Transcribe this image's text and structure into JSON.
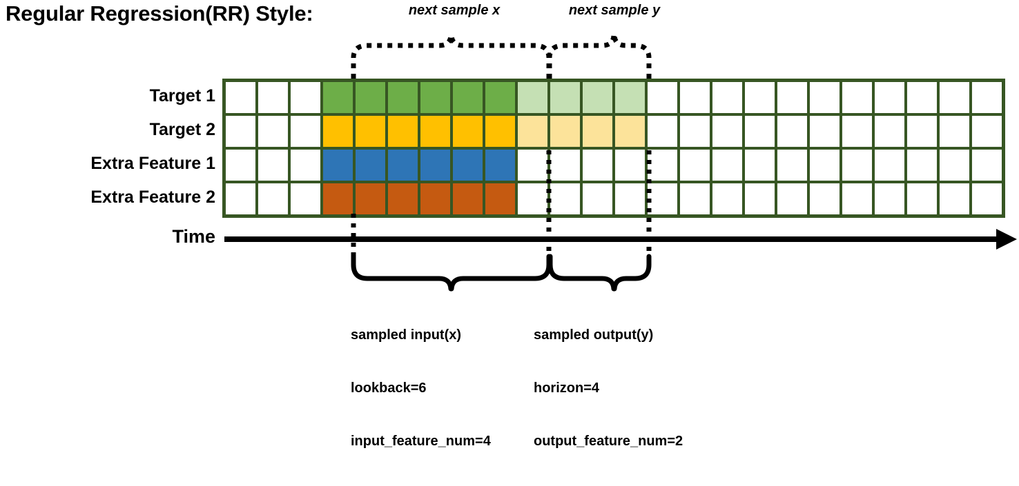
{
  "title": "Regular Regression(RR) Style:",
  "top_braces": [
    {
      "key": "next_sample_x",
      "label": "next sample x"
    },
    {
      "key": "next_sample_y",
      "label": "next sample y"
    }
  ],
  "row_labels": [
    {
      "key": "target-1",
      "label": "Target 1"
    },
    {
      "key": "target-2",
      "label": "Target 2"
    },
    {
      "key": "extra-feature-1",
      "label": "Extra Feature 1"
    },
    {
      "key": "extra-feature-2",
      "label": "Extra Feature 2"
    }
  ],
  "time_axis": {
    "label": "Time"
  },
  "grid": {
    "columns": 24,
    "rows": 4,
    "lead_blank_columns": 3,
    "input_columns": 6,
    "output_columns": 4,
    "trailing_blank_columns": 11,
    "border_color": "#375623",
    "row_fills": [
      [
        "#ffffff",
        "#ffffff",
        "#ffffff",
        "#6DAE48",
        "#6DAE48",
        "#6DAE48",
        "#6DAE48",
        "#6DAE48",
        "#6DAE48",
        "#C5E0B4",
        "#C5E0B4",
        "#C5E0B4",
        "#C5E0B4",
        "#ffffff",
        "#ffffff",
        "#ffffff",
        "#ffffff",
        "#ffffff",
        "#ffffff",
        "#ffffff",
        "#ffffff",
        "#ffffff",
        "#ffffff",
        "#ffffff"
      ],
      [
        "#ffffff",
        "#ffffff",
        "#ffffff",
        "#FFC000",
        "#FFC000",
        "#FFC000",
        "#FFC000",
        "#FFC000",
        "#FFC000",
        "#FCE39A",
        "#FCE39A",
        "#FCE39A",
        "#FCE39A",
        "#ffffff",
        "#ffffff",
        "#ffffff",
        "#ffffff",
        "#ffffff",
        "#ffffff",
        "#ffffff",
        "#ffffff",
        "#ffffff",
        "#ffffff",
        "#ffffff"
      ],
      [
        "#ffffff",
        "#ffffff",
        "#ffffff",
        "#2E75B6",
        "#2E75B6",
        "#2E75B6",
        "#2E75B6",
        "#2E75B6",
        "#2E75B6",
        "#ffffff",
        "#ffffff",
        "#ffffff",
        "#ffffff",
        "#ffffff",
        "#ffffff",
        "#ffffff",
        "#ffffff",
        "#ffffff",
        "#ffffff",
        "#ffffff",
        "#ffffff",
        "#ffffff",
        "#ffffff",
        "#ffffff"
      ],
      [
        "#ffffff",
        "#ffffff",
        "#ffffff",
        "#C55A11",
        "#C55A11",
        "#C55A11",
        "#C55A11",
        "#C55A11",
        "#C55A11",
        "#ffffff",
        "#ffffff",
        "#ffffff",
        "#ffffff",
        "#ffffff",
        "#ffffff",
        "#ffffff",
        "#ffffff",
        "#ffffff",
        "#ffffff",
        "#ffffff",
        "#ffffff",
        "#ffffff",
        "#ffffff",
        "#ffffff"
      ]
    ]
  },
  "bottom_annotations": {
    "input": {
      "line1": "sampled input(x)",
      "line2": "lookback=6",
      "line3": "input_feature_num=4"
    },
    "output": {
      "line1": "sampled output(y)",
      "line2": "horizon=4",
      "line3": "output_feature_num=2"
    }
  },
  "colors": {
    "grid_border": "#375623",
    "target1_dark": "#6DAE48",
    "target1_light": "#C5E0B4",
    "target2_dark": "#FFC000",
    "target2_light": "#FCE39A",
    "feature1": "#2E75B6",
    "feature2": "#C55A11",
    "ink": "#000000"
  }
}
